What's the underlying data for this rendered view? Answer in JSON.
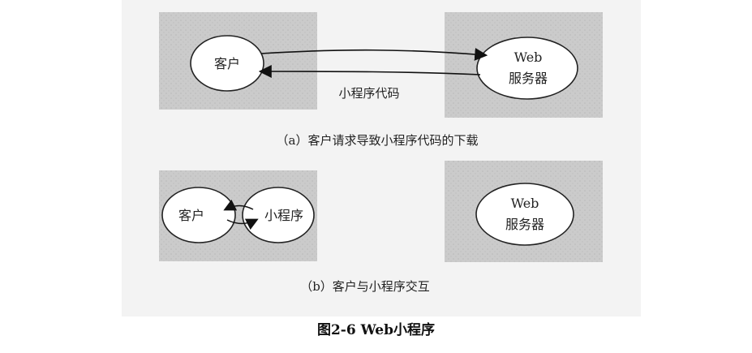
{
  "panel_a": {
    "client_label": "客户",
    "server_label_line1": "Web",
    "server_label_line2": "服务器",
    "arrow_label": "小程序代码",
    "caption": "（a）客户请求导致小程序代码的下载"
  },
  "panel_b": {
    "client_label": "客户",
    "applet_label": "小程序",
    "server_label_line1": "Web",
    "server_label_line2": "服务器",
    "caption": "（b）客户与小程序交互"
  },
  "figure_caption": "图2-6  Web小程序",
  "colors": {
    "shaded_background": "#c9c9c9",
    "ellipse_fill": "#ffffff",
    "stroke": "#222222"
  }
}
